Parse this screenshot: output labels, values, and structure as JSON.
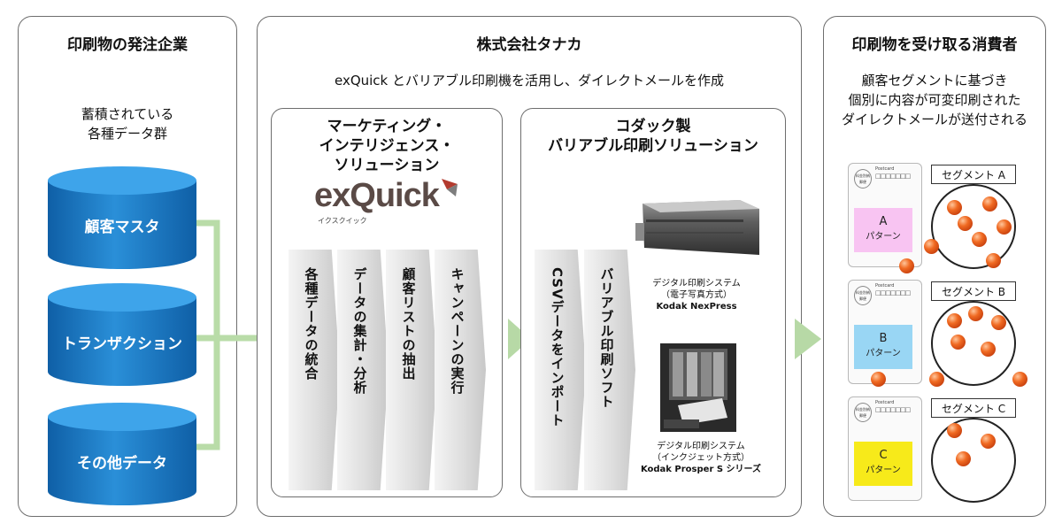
{
  "left": {
    "title": "印刷物の発注企業",
    "caption_lines": [
      "蓄積されている",
      "各種データ群"
    ],
    "cylinders": [
      "顧客マスタ",
      "トランザクション",
      "その他データ"
    ]
  },
  "center": {
    "title": "株式会社タナカ",
    "subtitle": "exQuick とバリアブル印刷機を活用し、ダイレクトメールを作成",
    "mi": {
      "title_lines": [
        "マーケティング・",
        "インテリジェンス・",
        "ソリューション"
      ],
      "logo_text": "exQuick",
      "logo_sub": "イクスクイック",
      "steps": [
        "各種データの統合",
        "データの集計・分析",
        "顧客リストの抽出",
        "キャンペーンの実行"
      ]
    },
    "kodak": {
      "title_lines": [
        "コダック製",
        "バリアブル印刷ソリューション"
      ],
      "steps": [
        "CSVデータをインポート",
        "バリアブル印刷ソフト"
      ],
      "machine1": [
        "デジタル印刷システム",
        "（電子写真方式）",
        "Kodak NexPress"
      ],
      "machine2": [
        "デジタル印刷システム",
        "（インクジェット方式）",
        "Kodak Prosper S シリーズ"
      ]
    }
  },
  "right": {
    "title": "印刷物を受け取る消費者",
    "caption_lines": [
      "顧客セグメントに基づき",
      "個別に内容が可変印刷された",
      "ダイレクトメールが送付される"
    ],
    "card_postcard": "Postcard",
    "card_stamp": "料金別納郵便",
    "segments": [
      {
        "label": "セグメント A",
        "pattern_letter": "A",
        "pattern_text": "パターン",
        "color": "#f8c4f2"
      },
      {
        "label": "セグメント B",
        "pattern_letter": "B",
        "pattern_text": "パターン",
        "color": "#99d6f4"
      },
      {
        "label": "セグメント C",
        "pattern_letter": "C",
        "pattern_text": "パターン",
        "color": "#f7ea1a"
      }
    ]
  },
  "colors": {
    "cylinder_blue": "#1c7fc9",
    "arrow_green": "#b7d9a6",
    "connector_green": "#b9dca8",
    "ball_orange": "#e8621e",
    "logo_dark": "#5a4a46",
    "logo_red": "#b33a2e"
  }
}
